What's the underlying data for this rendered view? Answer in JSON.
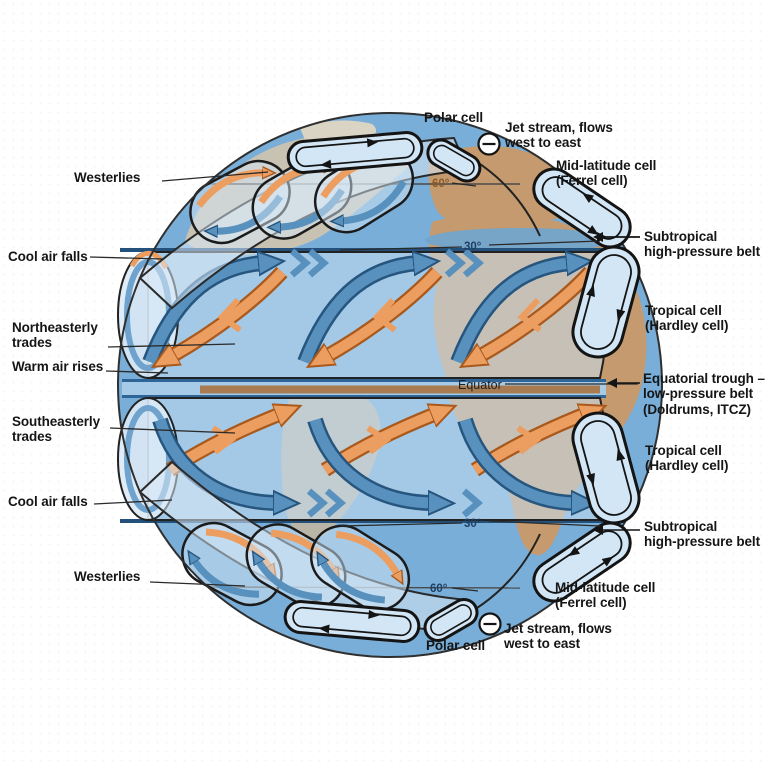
{
  "figure": {
    "title": "Global atmospheric circulation cells diagram",
    "type": "earth-cutaway-circulation-diagram"
  },
  "labels": {
    "westerlies_north": "Westerlies",
    "cool_air_falls_north": "Cool air falls",
    "northeasterly_trades": "Northeasterly\ntrades",
    "warm_air_rises": "Warm air rises",
    "southeasterly_trades": "Southeasterly\ntrades",
    "cool_air_falls_south": "Cool air falls",
    "westerlies_south": "Westerlies",
    "polar_cell_north": "Polar cell",
    "jet_stream_north": "Jet stream, flows\nwest to east",
    "mid_latitude_cell_north": "Mid-latitude cell\n(Ferrel cell)",
    "subtropical_belt_north": "Subtropical\nhigh-pressure belt",
    "tropical_cell_north": "Tropical cell\n(Hardley cell)",
    "equatorial_trough": "Equatorial trough –\nlow-pressure belt\n(Doldrums, ITCZ)",
    "tropical_cell_south": "Tropical cell\n(Hardley cell)",
    "subtropical_belt_south": "Subtropical\nhigh-pressure belt",
    "mid_latitude_cell_south": "Mid-latitude cell\n(Ferrel cell)",
    "jet_stream_south": "Jet stream, flows\nwest to east",
    "polar_cell_south": "Polar cell"
  },
  "globe_labels": {
    "lat_60n": "60°",
    "lat_30n": "30°",
    "equator": "Equator",
    "lat_30s": "30°",
    "lat_60s": "60°"
  },
  "icons": {
    "jet_stream_north": "minus-circle",
    "jet_stream_south": "minus-circle"
  },
  "colors": {
    "background": "#ffffff",
    "ocean": "#79aed8",
    "land_africa": "#c49a6e",
    "land_gray": "#c8c2b2",
    "cell_fill": "#d3e6f5",
    "warm_arrow": "#ec9d60",
    "warm_arrow_outline": "#a9591c",
    "cool_arrow": "#5890be",
    "cool_arrow_outline": "#26557e",
    "latitude_line": "#24517b",
    "text": "#151515"
  }
}
